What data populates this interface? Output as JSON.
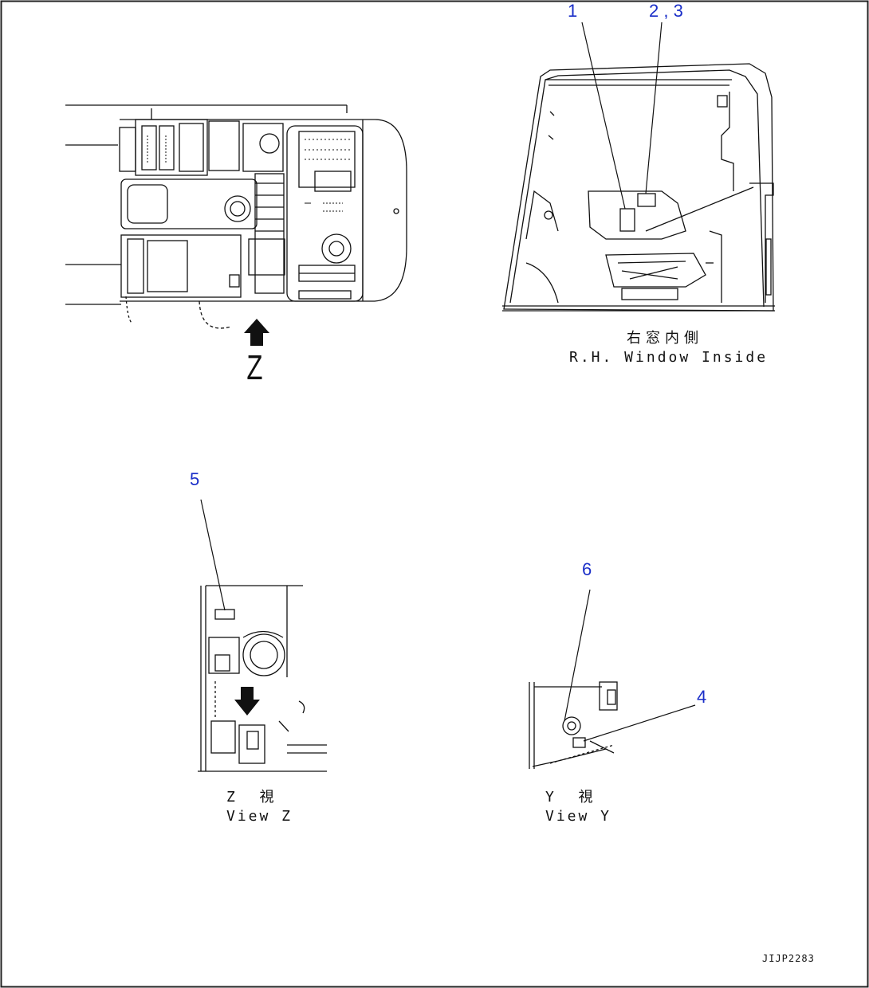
{
  "callouts": {
    "c1": "1",
    "c23": "2 , 3",
    "c5": "5",
    "c6": "6",
    "c4": "4"
  },
  "labels": {
    "view_arrow_letter": "Z",
    "rh_window_jp": "右窓内側",
    "rh_window_en": "R.H. Window Inside",
    "view_z_jp": "Z  視",
    "view_z_en": "View Z",
    "view_y_jp": "Y  視",
    "view_y_en": "View Y",
    "drawing_code": "JIJP2283"
  },
  "colors": {
    "callout": "#1a2ec8",
    "line": "#111111",
    "border": "#222222"
  }
}
